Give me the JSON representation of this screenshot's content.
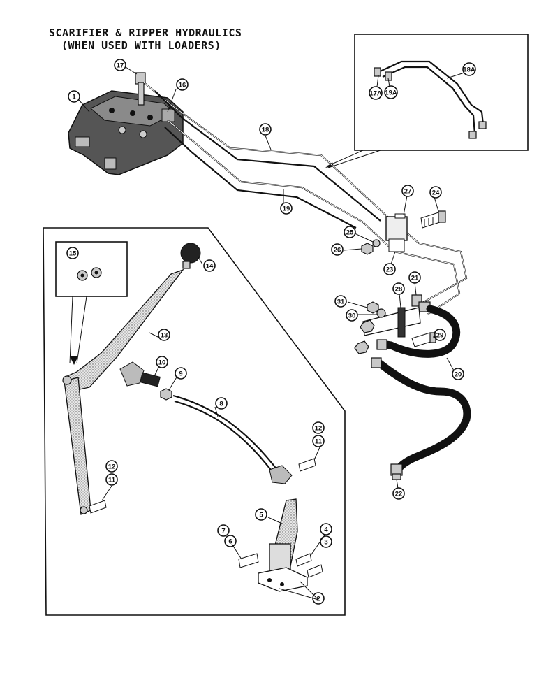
{
  "title_line1": "SCARIFIER & RIPPER HYDRAULICS",
  "title_line2": "(WHEN USED WITH LOADERS)",
  "callouts": [
    {
      "id": "c1",
      "label": "1"
    },
    {
      "id": "c17",
      "label": "17"
    },
    {
      "id": "c16",
      "label": "16"
    },
    {
      "id": "c18",
      "label": "18"
    },
    {
      "id": "c19",
      "label": "19"
    },
    {
      "id": "c18a",
      "label": "18A"
    },
    {
      "id": "c17a",
      "label": "17A"
    },
    {
      "id": "c19a",
      "label": "19A"
    },
    {
      "id": "c27",
      "label": "27"
    },
    {
      "id": "c24",
      "label": "24"
    },
    {
      "id": "c25",
      "label": "25"
    },
    {
      "id": "c26",
      "label": "26"
    },
    {
      "id": "c23",
      "label": "23"
    },
    {
      "id": "c21",
      "label": "21"
    },
    {
      "id": "c28",
      "label": "28"
    },
    {
      "id": "c31",
      "label": "31"
    },
    {
      "id": "c30",
      "label": "30"
    },
    {
      "id": "c29",
      "label": "29"
    },
    {
      "id": "c20",
      "label": "20"
    },
    {
      "id": "c22",
      "label": "22"
    },
    {
      "id": "c15",
      "label": "15"
    },
    {
      "id": "c14",
      "label": "14"
    },
    {
      "id": "c13",
      "label": "13"
    },
    {
      "id": "c10",
      "label": "10"
    },
    {
      "id": "c9",
      "label": "9"
    },
    {
      "id": "c8",
      "label": "8"
    },
    {
      "id": "c12a",
      "label": "12"
    },
    {
      "id": "c11a",
      "label": "11"
    },
    {
      "id": "c12b",
      "label": "12"
    },
    {
      "id": "c11b",
      "label": "11"
    },
    {
      "id": "c5",
      "label": "5"
    },
    {
      "id": "c7",
      "label": "7"
    },
    {
      "id": "c6",
      "label": "6"
    },
    {
      "id": "c4",
      "label": "4"
    },
    {
      "id": "c3",
      "label": "3"
    },
    {
      "id": "c2",
      "label": "2"
    }
  ]
}
